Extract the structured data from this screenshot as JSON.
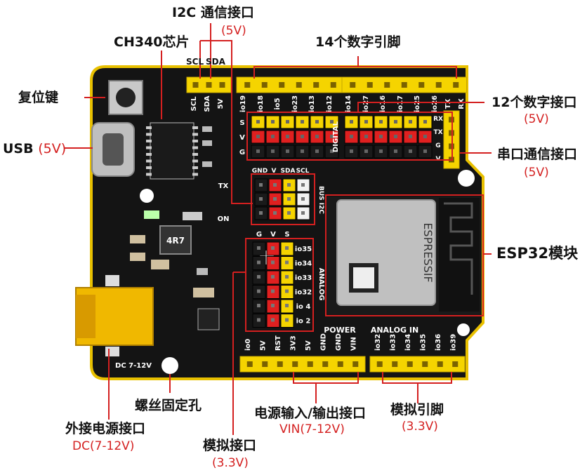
{
  "labels": {
    "i2c_title": "I2C 通信接口",
    "i2c_voltage": "(5V)",
    "scl": "SCL",
    "sda": "SDA",
    "ch340": "CH340芯片",
    "digital14": "14个数字引脚",
    "reset": "复位键",
    "usb": "USB",
    "usb_voltage": "(5V)",
    "digital12": "12个数字接口",
    "digital12_voltage": "(5V)",
    "serial": "串口通信接口",
    "serial_voltage": "(5V)",
    "esp32": "ESP32模块",
    "screw": "螺丝固定孔",
    "power_ext": "外接电源接口",
    "power_ext_voltage": "DC(7-12V)",
    "power_io": "电源输入/输出接口",
    "power_io_voltage": "VIN(7-12V)",
    "analog_pins": "模拟引脚",
    "analog_pins_voltage": "(3.3V)",
    "analog_if": "模拟接口",
    "analog_if_voltage": "(3.3V)"
  },
  "silkscreen": {
    "top_header_pins": [
      "SCL",
      "SDA",
      "5V",
      "io19",
      "io18",
      "io5",
      "io23",
      "io13",
      "io12",
      "io14",
      "io27",
      "io16",
      "io17",
      "io25",
      "io26",
      "TX",
      "RX"
    ],
    "svg_rows": [
      "S",
      "V",
      "G"
    ],
    "digital": "DIGITAL",
    "serial_pins": [
      "RX",
      "TX",
      "G",
      "V"
    ],
    "bus_i2c_header": [
      "GND",
      "V",
      "SDA",
      "SCL"
    ],
    "bus_i2c": "BUS I2C",
    "tx": "TX",
    "on": "ON",
    "analog_header": [
      "G",
      "V",
      "S"
    ],
    "analog_pins": [
      "io35",
      "io34",
      "io33",
      "io32",
      "io 4",
      "io 2"
    ],
    "analog": "ANALOG",
    "power": "POWER",
    "analog_in": "ANALOG IN",
    "power_pins": [
      "io0",
      "5V",
      "RST",
      "3V3",
      "5V",
      "GND",
      "GND",
      "VIN"
    ],
    "analog_in_pins": [
      "io32",
      "io33",
      "io34",
      "io35",
      "io36",
      "io39"
    ],
    "dc": "DC 7-12V",
    "inductor": "4R7",
    "espressif": "ESPRESSIF"
  },
  "colors": {
    "board": "#141414",
    "border": "#e8c000",
    "header": "#f5d400",
    "annotation_line": "#d42020",
    "signal_row": "#f5d400",
    "vcc_row": "#e02020",
    "gnd_row": "#1a1a1a"
  }
}
